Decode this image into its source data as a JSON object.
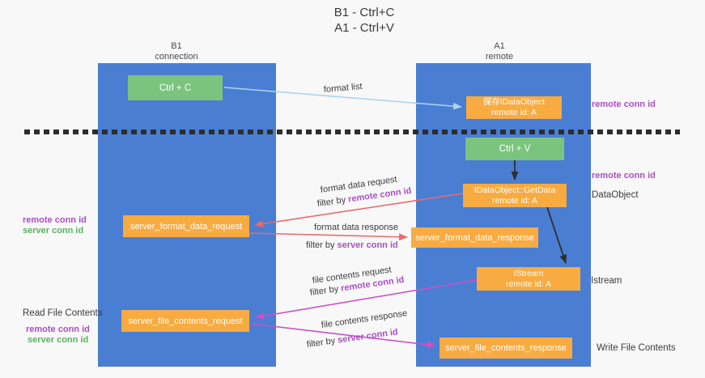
{
  "colors": {
    "lane_blue": "#4a7ed2",
    "box_green": "#7bc47e",
    "box_orange": "#f8ab41",
    "arrow_red": "#e96a6e",
    "arrow_magenta": "#cb52c8",
    "arrow_lightblue": "#a9d3f2",
    "arrow_black": "#2f2f2f",
    "text_purple": "#a94fc5",
    "text_green": "#56b45c"
  },
  "title": {
    "line1": "B1 - Ctrl+C",
    "line2": "A1 - Ctrl+V"
  },
  "lanes": {
    "left": {
      "name": "B1",
      "subtitle": "connection"
    },
    "right": {
      "name": "A1",
      "subtitle": "remote"
    }
  },
  "nodes": {
    "ctrl_c": "Ctrl + C",
    "ctrl_v": "Ctrl + V",
    "saved_dataobject": {
      "line1": "保存IDataObject",
      "line2": "remote id: A"
    },
    "getdata": {
      "line1": "IDataObject::GetData",
      "line2": "remote id: A"
    },
    "istream": {
      "line1": "IStream",
      "line2": "remote id: A"
    },
    "format_request": "server_format_data_request",
    "format_response": "server_format_data_response",
    "file_request": "server_file_contents_request",
    "file_response": "server_file_contents_response"
  },
  "edge_labels": {
    "format_list": "format list",
    "format_data_request": "format data request",
    "format_data_response": "format data response",
    "file_contents_request": "file contents request",
    "file_contents_response": "file contents response",
    "filter_by": "filter by",
    "remote_conn_id": "remote conn id",
    "server_conn_id": "server conn id"
  },
  "side_labels": {
    "left": {
      "remote_conn_id": "remote conn id",
      "server_conn_id": "server conn id",
      "read_file_contents": "Read File Contents"
    },
    "right": {
      "remote_conn_id_top": "remote conn id",
      "remote_conn_id_mid": "remote conn id",
      "dataobject": "DataObject",
      "istream": "Istream",
      "write_file_contents": "Write File Contents"
    }
  }
}
